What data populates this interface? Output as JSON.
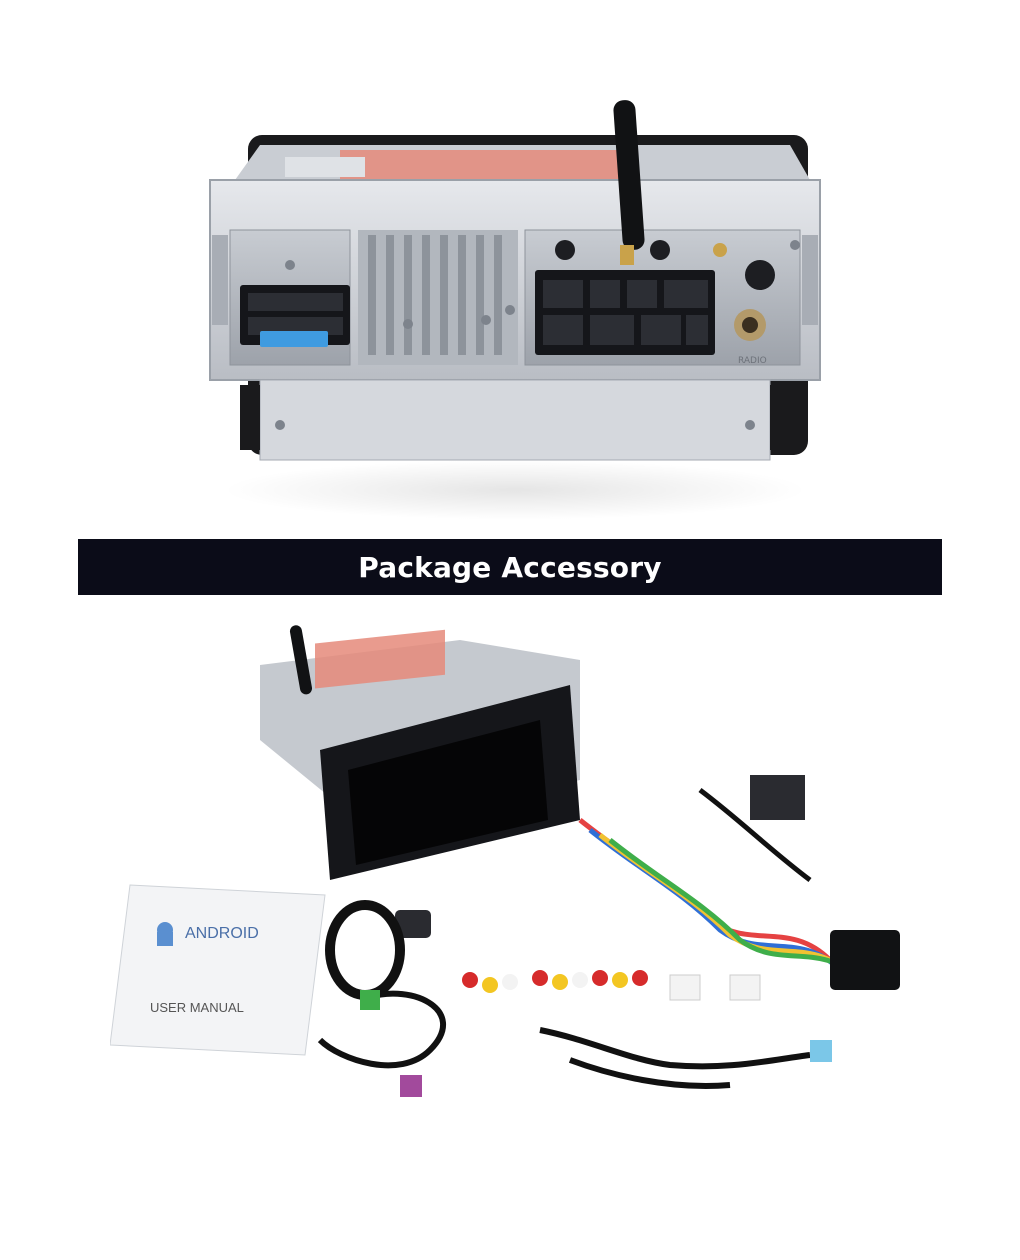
{
  "banner": {
    "title": "Package Accessory"
  },
  "manual": {
    "brand": "ANDROID",
    "title": "USER MANUAL"
  },
  "unit_rear": {
    "label": "RADIO"
  },
  "icons": [
    "android-logo-icon"
  ]
}
